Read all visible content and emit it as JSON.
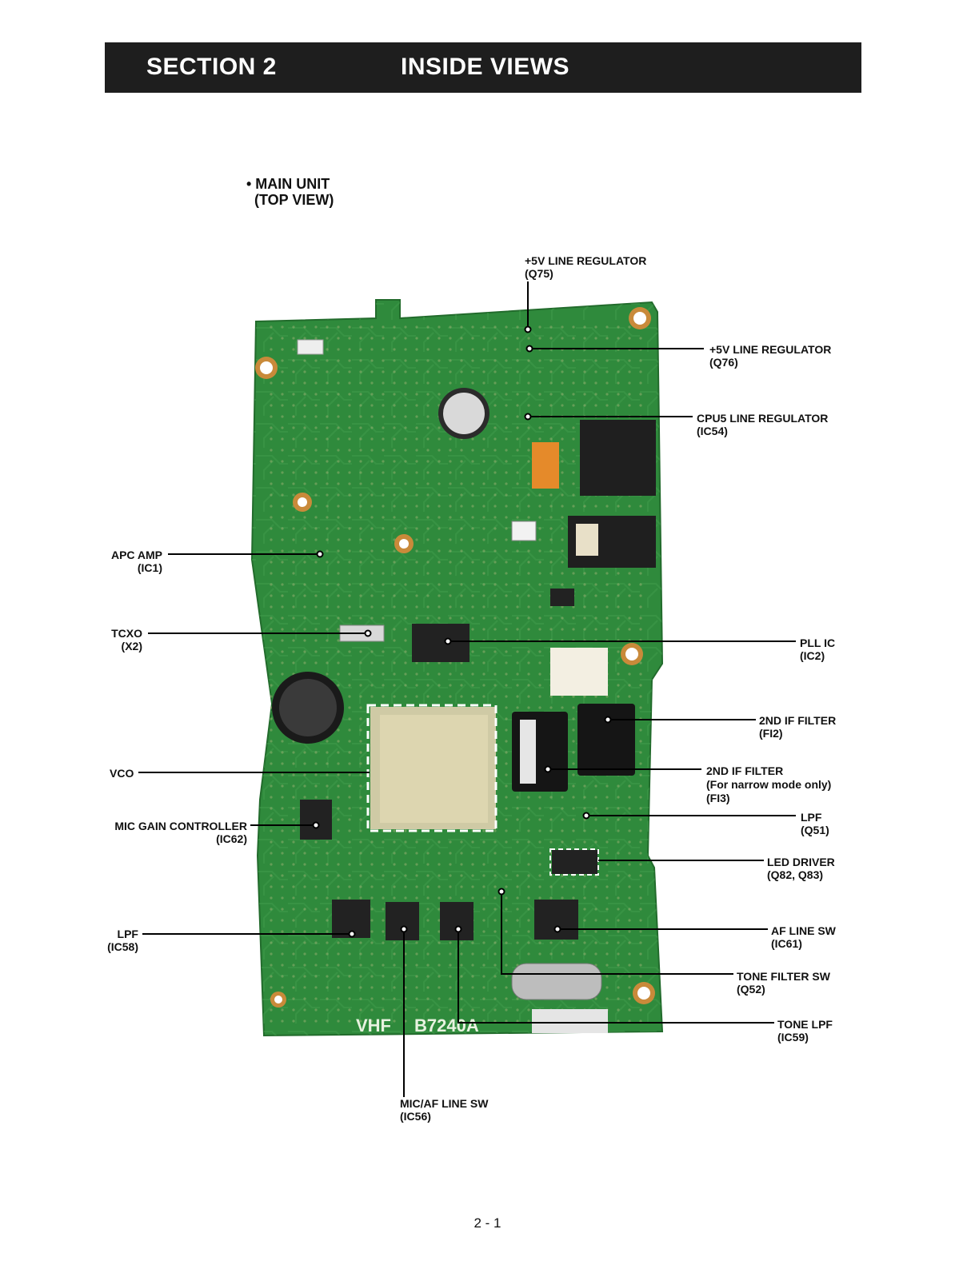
{
  "header": {
    "section": "SECTION 2",
    "title": "INSIDE VIEWS"
  },
  "subheading": {
    "line1": "• MAIN UNIT",
    "line2": "(TOP VIEW)"
  },
  "callouts": {
    "reg_q75": {
      "name": "+5V LINE REGULATOR",
      "ref": "(Q75)"
    },
    "reg_q76": {
      "name": "+5V LINE REGULATOR",
      "ref": "(Q76)"
    },
    "cpu5": {
      "name": "CPU5 LINE REGULATOR",
      "ref": "(IC54)"
    },
    "apc": {
      "name": "APC AMP",
      "ref": "(IC1)"
    },
    "tcxo": {
      "name": "TCXO",
      "ref": "(X2)"
    },
    "pll": {
      "name": "PLL IC",
      "ref": "(IC2)"
    },
    "if_fi2": {
      "name": "2ND IF FILTER",
      "ref": "(FI2)"
    },
    "vco": {
      "name": "VCO"
    },
    "if_fi3": {
      "name": "2ND IF FILTER",
      "note": "(For narrow mode only)",
      "ref": "(FI3)"
    },
    "mic_gain": {
      "name": "MIC GAIN CONTROLLER",
      "ref": "(IC62)"
    },
    "lpf_q51": {
      "name": "LPF",
      "ref": "(Q51)"
    },
    "led": {
      "name": "LED DRIVER",
      "ref": "(Q82, Q83)"
    },
    "lpf_ic58": {
      "name": "LPF",
      "ref": "(IC58)"
    },
    "af_sw": {
      "name": "AF LINE SW",
      "ref": "(IC61)"
    },
    "tone_sw": {
      "name": "TONE FILTER SW",
      "ref": "(Q52)"
    },
    "tone_lpf": {
      "name": "TONE LPF",
      "ref": "(IC59)"
    },
    "mic_af": {
      "name": "MIC/AF LINE SW",
      "ref": "(IC56)"
    }
  },
  "board_marking": {
    "band": "VHF",
    "model": "B7240A"
  },
  "page_number": "2 - 1",
  "colors": {
    "header_bg": "#1e1e1e",
    "pcb_green": "#2f8a3c",
    "text": "#111111"
  }
}
